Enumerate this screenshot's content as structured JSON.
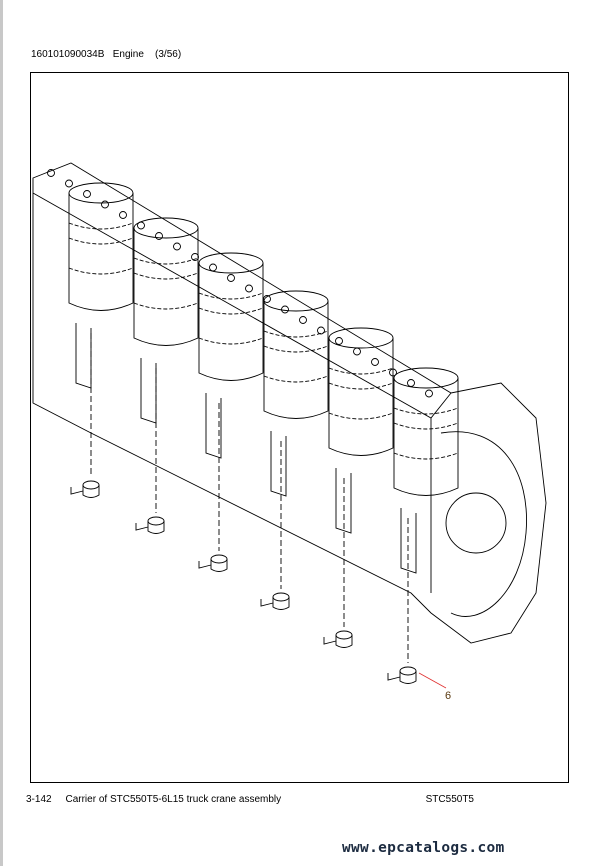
{
  "header": {
    "part_no": "160101090034B",
    "section": "Engine",
    "page_index": "(3/56)"
  },
  "drawing": {
    "callouts": [
      {
        "label": "6"
      }
    ],
    "leader_color": "#e03030"
  },
  "footer": {
    "page": "3-142",
    "title": "Carrier of STC550T5-6L15 truck crane assembly",
    "model": "STC550T5"
  },
  "watermark": "www.epcatalogs.com"
}
